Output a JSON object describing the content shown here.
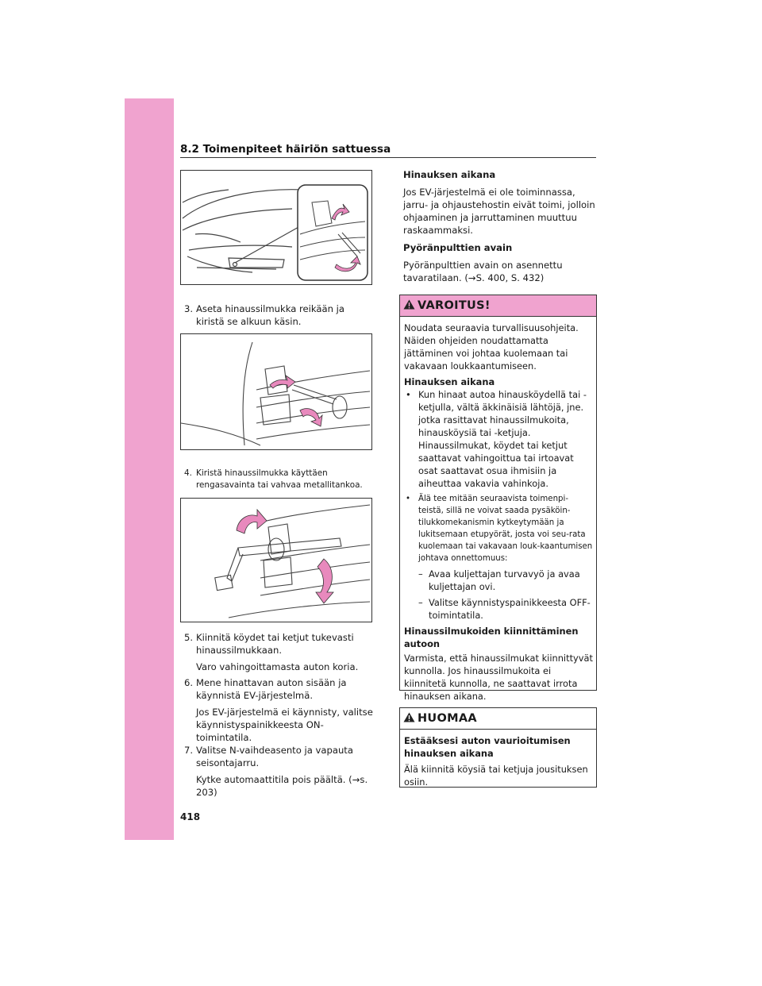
{
  "header": {
    "section_title": "8.2  Toimenpiteet häiriön sattuessa"
  },
  "page_number": "418",
  "steps": [
    {
      "num": "3.",
      "text": "Aseta hinaussilmukka reikään ja kiristä se alkuun käsin."
    },
    {
      "num": "4.",
      "text": "Kiristä hinaussilmukka käyttäen rengasavainta tai vahvaa metallitankoa."
    },
    {
      "num": "5.",
      "text": "Kiinnitä köydet tai ketjut tukevasti hinaussilmukkaan.",
      "sub": "Varo vahingoittamasta auton koria."
    },
    {
      "num": "6.",
      "text": "Mene hinattavan auton sisään ja käynnistä EV-järjestelmä.",
      "sub": "Jos EV-järjestelmä ei käynnisty, valitse käynnistyspainikkeesta ON-toimintatila."
    },
    {
      "num": "7.",
      "text": "Valitse N-vaihdeasento ja vapauta seisontajarru.",
      "sub": "Kytke automaattitila pois päältä. (→s. 203)"
    }
  ],
  "right": {
    "towing_heading": "Hinauksen aikana",
    "towing_text": "Jos EV-järjestelmä ei ole toiminnassa, jarru- ja ohjaustehostin eivät toimi, jolloin ohjaaminen ja jarruttaminen muuttuu raskaammaksi.",
    "wrench_heading": "Pyöränpulttien avain",
    "wrench_text": "Pyöränpulttien avain on asennettu tavaratilaan. (→S. 400, S. 432)"
  },
  "warning": {
    "title": "VAROITUS!",
    "intro": "Noudata seuraavia turvallisuusohjeita. Näiden ohjeiden noudattamatta jättäminen voi johtaa kuolemaan tai vakavaan loukkaantumiseen.",
    "sub1_heading": "Hinauksen aikana",
    "bullet1": "Kun hinaat autoa hinausköydellä tai -ketjulla, vältä äkkinäisiä lähtöjä, jne. jotka rasittavat hinaussilmukoita, hinausköysiä tai -ketjuja. Hinaussilmukat, köydet tai ketjut saattavat vahingoittua tai irtoavat osat saattavat osua ihmisiin ja aiheuttaa vakavia vahinkoja.",
    "bullet2": "Älä tee mitään seuraavista toimenpi-teistä, sillä ne voivat saada pysäköin-tilukkomekanismin kytkeytymään ja lukitsemaan etupyörät, josta voi seu-rata kuolemaan tai vakavaan louk-kaantumisen johtava onnettomuus:",
    "dash1": "Avaa kuljettajan turvavyö ja avaa kuljettajan ovi.",
    "dash2": "Valitse käynnistyspainikkeesta OFF-toimintatila.",
    "sub2_heading": "Hinaussilmukoiden kiinnittäminen autoon",
    "sub2_text": "Varmista, että hinaussilmukat kiinnittyvät kunnolla. Jos hinaussilmukoita ei kiinnitetä kunnolla, ne saattavat irrota hinauksen aikana."
  },
  "notice": {
    "title": "HUOMAA",
    "heading": "Estääksesi auton vaurioitumisen hinauksen aikana",
    "text": "Älä kiinnitä köysiä tai ketjuja jousituksen osiin."
  },
  "colors": {
    "accent": "#f0a3cf",
    "arrow": "#e889bd"
  }
}
